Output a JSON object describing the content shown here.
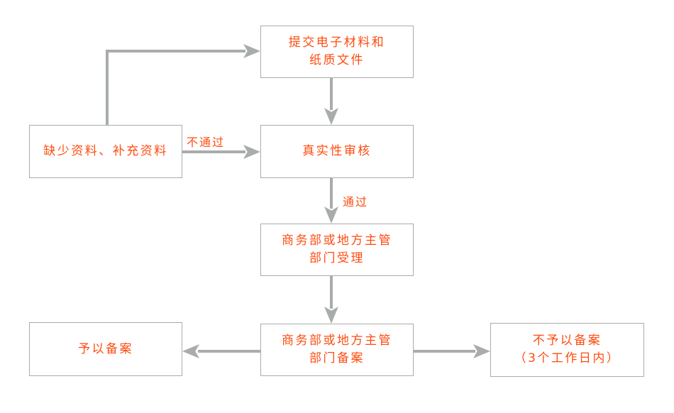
{
  "colors": {
    "accent": "#ff4b0f",
    "line": "#a9acac",
    "background": "#ffffff"
  },
  "nodes": {
    "submit": {
      "lines": [
        "提交电子材料和",
        "纸质文件"
      ]
    },
    "missing": {
      "lines": [
        "缺少资料、补充资料"
      ]
    },
    "review": {
      "lines": [
        "真实性审核"
      ]
    },
    "accept": {
      "lines": [
        "商务部或地方主管",
        "部门受理"
      ]
    },
    "record": {
      "lines": [
        "商务部或地方主管",
        "部门备案"
      ]
    },
    "approved": {
      "lines": [
        "予以备案"
      ]
    },
    "rejected": {
      "lines": [
        "不予以备案",
        "（3个工作日内）"
      ]
    }
  },
  "edge_labels": {
    "fail": "不通过",
    "pass": "通过"
  }
}
